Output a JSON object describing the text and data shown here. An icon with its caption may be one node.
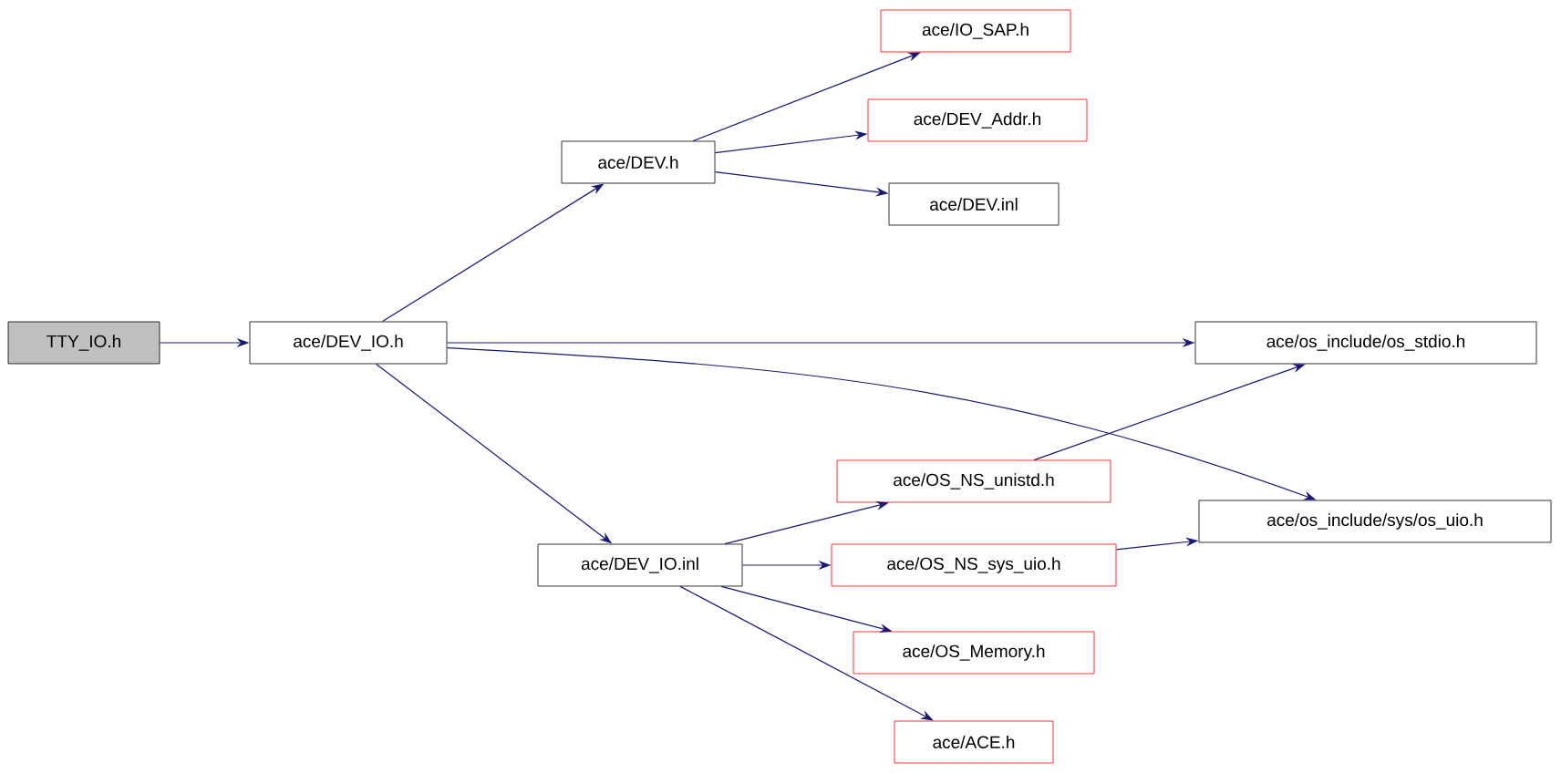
{
  "diagram": {
    "nodes": [
      {
        "text": [
          "TTY_IO.h"
        ]
      },
      {
        "text": [
          "ace/DEV_IO.h"
        ]
      },
      {
        "text": [
          "ace/DEV.h"
        ]
      },
      {
        "text": [
          "ace/IO_SAP.h"
        ]
      },
      {
        "text": [
          "ace/DEV_Addr.h"
        ]
      },
      {
        "text": [
          "ace/DEV.inl"
        ]
      },
      {
        "text": [
          "ace/os_include/os_stdio.h"
        ]
      },
      {
        "text": [
          "ace/OS_NS_unistd.h"
        ]
      },
      {
        "text": [
          "ace/os_include/sys/os_uio.h"
        ]
      },
      {
        "text": [
          "ace/DEV_IO.inl"
        ]
      },
      {
        "text": [
          "ace/OS_NS_sys_uio.h"
        ]
      },
      {
        "text": [
          "ace/OS_Memory.h"
        ]
      },
      {
        "text": [
          "ace/ACE.h"
        ]
      }
    ],
    "edges": [
      {
        "from": 0,
        "to": 1,
        "arrow": "to"
      },
      {
        "from": 1,
        "to": 2,
        "arrow": "to"
      },
      {
        "from": 1,
        "to": 6,
        "arrow": "to"
      },
      {
        "from": 1,
        "to": 8,
        "arrow": "to"
      },
      {
        "from": 1,
        "to": 9,
        "arrow": "to"
      },
      {
        "from": 2,
        "to": 3,
        "arrow": "to"
      },
      {
        "from": 2,
        "to": 4,
        "arrow": "to"
      },
      {
        "from": 2,
        "to": 5,
        "arrow": "to"
      },
      {
        "from": 9,
        "to": 7,
        "arrow": "to"
      },
      {
        "from": 9,
        "to": 10,
        "arrow": "to"
      },
      {
        "from": 9,
        "to": 11,
        "arrow": "to"
      },
      {
        "from": 9,
        "to": 12,
        "arrow": "to"
      },
      {
        "from": 7,
        "to": 6,
        "arrow": "to"
      },
      {
        "from": 10,
        "to": 8,
        "arrow": "to"
      }
    ]
  }
}
